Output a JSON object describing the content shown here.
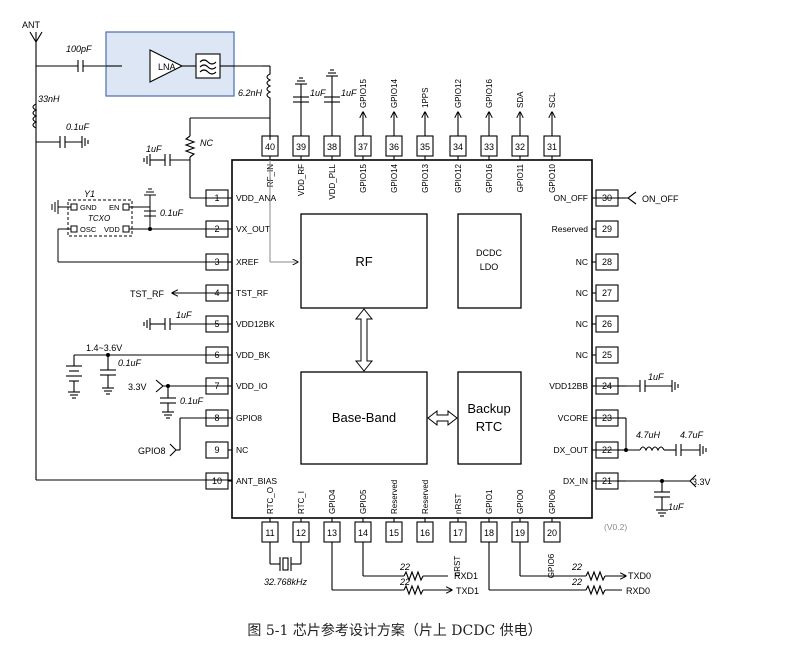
{
  "caption": "图 5-1 芯片参考设计方案（片上 DCDC 供电）",
  "version": "(V0.2)",
  "antenna": {
    "label": "ANT"
  },
  "rf_front": {
    "cap_100pf": "100pF",
    "ind_33nh": "33nH",
    "cap_01uf": "0.1uF",
    "ind_62nh": "6.2nH",
    "lna": "LNA",
    "nc_res": "NC",
    "cap_1uf": "1uF"
  },
  "tcxo": {
    "ref": "Y1",
    "name": "TCXO",
    "gnd": "GND",
    "en": "EN",
    "osc": "OSC",
    "vdd": "VDD",
    "cap": "0.1uF"
  },
  "blocks": {
    "rf": "RF",
    "dcdc1": "DCDC",
    "dcdc2": "LDO",
    "baseband": "Base-Band",
    "backup1": "Backup",
    "backup2": "RTC"
  },
  "left_pins": [
    {
      "num": "1",
      "name": "VDD_ANA"
    },
    {
      "num": "2",
      "name": "VX_OUT"
    },
    {
      "num": "3",
      "name": "XREF"
    },
    {
      "num": "4",
      "name": "TST_RF"
    },
    {
      "num": "5",
      "name": "VDD12BK"
    },
    {
      "num": "6",
      "name": "VDD_BK"
    },
    {
      "num": "7",
      "name": "VDD_IO"
    },
    {
      "num": "8",
      "name": "GPIO8"
    },
    {
      "num": "9",
      "name": "NC"
    },
    {
      "num": "10",
      "name": "ANT_BIAS"
    }
  ],
  "right_pins": [
    {
      "num": "30",
      "name": "ON_OFF"
    },
    {
      "num": "29",
      "name": "Reserved"
    },
    {
      "num": "28",
      "name": "NC"
    },
    {
      "num": "27",
      "name": "NC"
    },
    {
      "num": "26",
      "name": "NC"
    },
    {
      "num": "25",
      "name": "NC"
    },
    {
      "num": "24",
      "name": "VDD12BB"
    },
    {
      "num": "23",
      "name": "VCORE"
    },
    {
      "num": "22",
      "name": "DX_OUT"
    },
    {
      "num": "21",
      "name": "DX_IN"
    }
  ],
  "top_pins": [
    {
      "num": "40",
      "name": "RF_IN"
    },
    {
      "num": "39",
      "name": "VDD_RF"
    },
    {
      "num": "38",
      "name": "VDD_PLL"
    },
    {
      "num": "37",
      "name": "GPIO15",
      "ext": "GPIO15"
    },
    {
      "num": "36",
      "name": "GPIO14",
      "ext": "GPIO14"
    },
    {
      "num": "35",
      "name": "GPIO13",
      "ext": "1PPS"
    },
    {
      "num": "34",
      "name": "GPIO12",
      "ext": "GPIO12"
    },
    {
      "num": "33",
      "name": "GPIO16",
      "ext": "GPIO16"
    },
    {
      "num": "32",
      "name": "GPIO11",
      "ext": "SDA"
    },
    {
      "num": "31",
      "name": "GPIO10",
      "ext": "SCL"
    }
  ],
  "top_caps": {
    "c39": "1uF",
    "c38": "1uF"
  },
  "bottom_pins": [
    {
      "num": "11",
      "name": "RTC_O"
    },
    {
      "num": "12",
      "name": "RTC_I"
    },
    {
      "num": "13",
      "name": "GPIO4"
    },
    {
      "num": "14",
      "name": "GPIO5"
    },
    {
      "num": "15",
      "name": "Reserved"
    },
    {
      "num": "16",
      "name": "Reserved"
    },
    {
      "num": "17",
      "name": "nRST"
    },
    {
      "num": "18",
      "name": "GPIO1"
    },
    {
      "num": "19",
      "name": "GPIO0"
    },
    {
      "num": "20",
      "name": "GPIO6"
    }
  ],
  "left_ext": {
    "tst_rf": "TST_RF",
    "c5": "1uF",
    "bat_range": "1.4~3.6V",
    "c6": "0.1uF",
    "v33": "3.3V",
    "c7": "0.1uF",
    "gpio8": "GPIO8"
  },
  "right_ext": {
    "on_off": "ON_OFF",
    "c24": "1uF",
    "l22": "4.7uH",
    "c22": "4.7uF",
    "v33": "3.3V",
    "c21": "1uF"
  },
  "bottom_ext": {
    "crystal": "32.768kHz",
    "nrst": "nRST",
    "gpio6": "GPIO6",
    "r1": "22",
    "r2": "22",
    "r3": "22",
    "r4": "22",
    "rxd1": "RXD1",
    "txd1": "TXD1",
    "txd0": "TXD0",
    "rxd0": "RXD0"
  }
}
